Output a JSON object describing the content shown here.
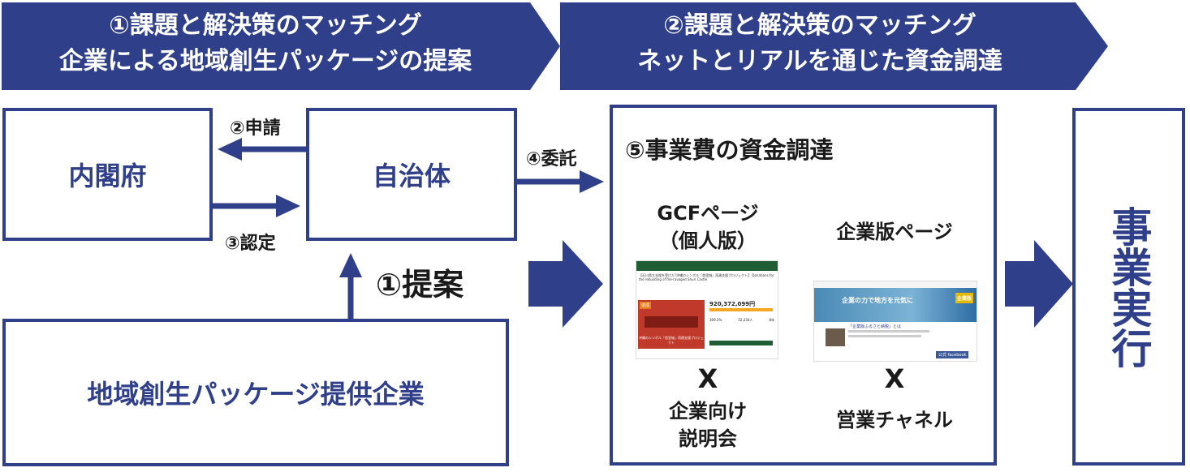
{
  "banners": [
    {
      "line1": "①課題と解決策のマッチング",
      "line2": "企業による地域創生パッケージの提案"
    },
    {
      "line1": "②課題と解決策のマッチング",
      "line2": "ネットとリアルを通じた資金調達"
    }
  ],
  "boxes": {
    "cabinet": "内閣府",
    "municipality": "自治体",
    "provider": "地域創生パッケージ提供企業",
    "execution": "事業実行"
  },
  "arrows": {
    "apply": "②申請",
    "approve": "③認定",
    "entrust": "④委託",
    "propose": "①提案"
  },
  "funding": {
    "title": "⑤事業費の資金調達",
    "gcf": {
      "title_line1": "GCFページ",
      "title_line2": "（個人版）"
    },
    "corp": {
      "title": "企業版ページ"
    },
    "cross": "X",
    "gcf_channel": {
      "line1": "企業向け",
      "line2": "説明会"
    },
    "corp_channel": "営業チャネル"
  },
  "screenshot_gcf": {
    "headline": "【石川県大支援を受けた?沖縄のシンボル「首里城」再建支援プロジェクト】 Donations for the rebuilding of fire-ravaged Shuri Castle",
    "amount": "920,372,099円",
    "stats": [
      "309.3%",
      "52,234人",
      "8年"
    ],
    "badge": "達成",
    "banner_text": "沖縄のシンボル「首里城」再建支援プロジェクト"
  },
  "screenshot_corp": {
    "hero_text": "企業の力で地方を元気に",
    "side_text": "企業版",
    "section_title": "「企業版ふるさと納税」とは",
    "footer_link": "公式 facebook"
  }
}
